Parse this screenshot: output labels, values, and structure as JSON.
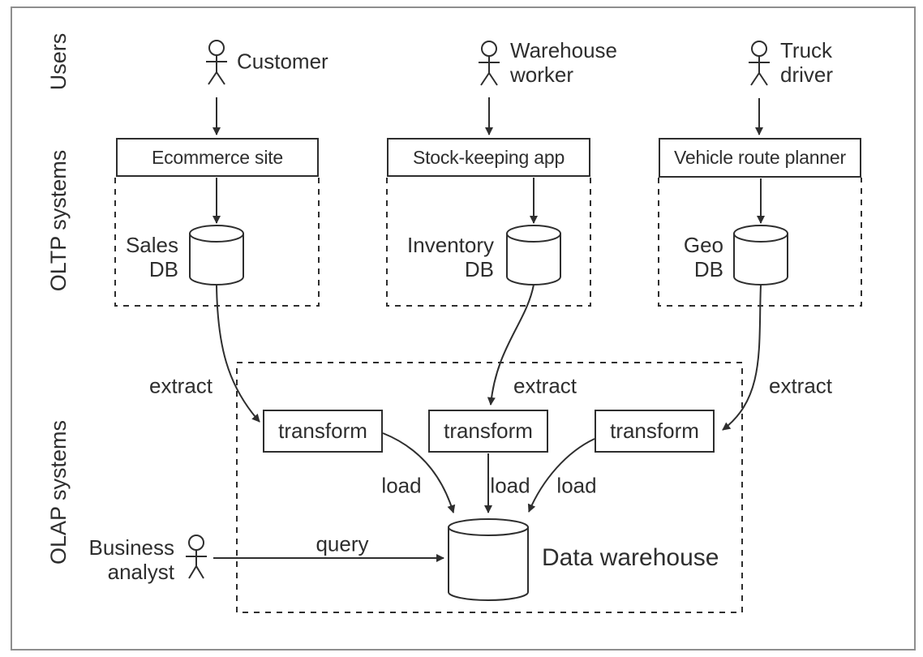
{
  "colors": {
    "line": "#2e2e2e",
    "frame": "#8e8e8e",
    "background": "#ffffff"
  },
  "lanes": {
    "users": "Users",
    "oltp": "OLTP systems",
    "olap": "OLAP systems"
  },
  "actors": {
    "customer": {
      "label": "Customer"
    },
    "warehouse_worker": {
      "line1": "Warehouse",
      "line2": "worker"
    },
    "truck_driver": {
      "line1": "Truck",
      "line2": "driver"
    },
    "business_analyst": {
      "line1": "Business",
      "line2": "analyst"
    }
  },
  "apps": {
    "ecommerce": "Ecommerce site",
    "stock_keeping": "Stock-keeping app",
    "route_planner": "Vehicle route planner"
  },
  "databases": {
    "sales": {
      "line1": "Sales",
      "line2": "DB"
    },
    "inventory": {
      "line1": "Inventory",
      "line2": "DB"
    },
    "geo": {
      "line1": "Geo",
      "line2": "DB"
    },
    "warehouse": {
      "label": "Data warehouse"
    }
  },
  "edges": {
    "extract": "extract",
    "load": "load",
    "query": "query"
  },
  "process": {
    "transform": "transform"
  }
}
